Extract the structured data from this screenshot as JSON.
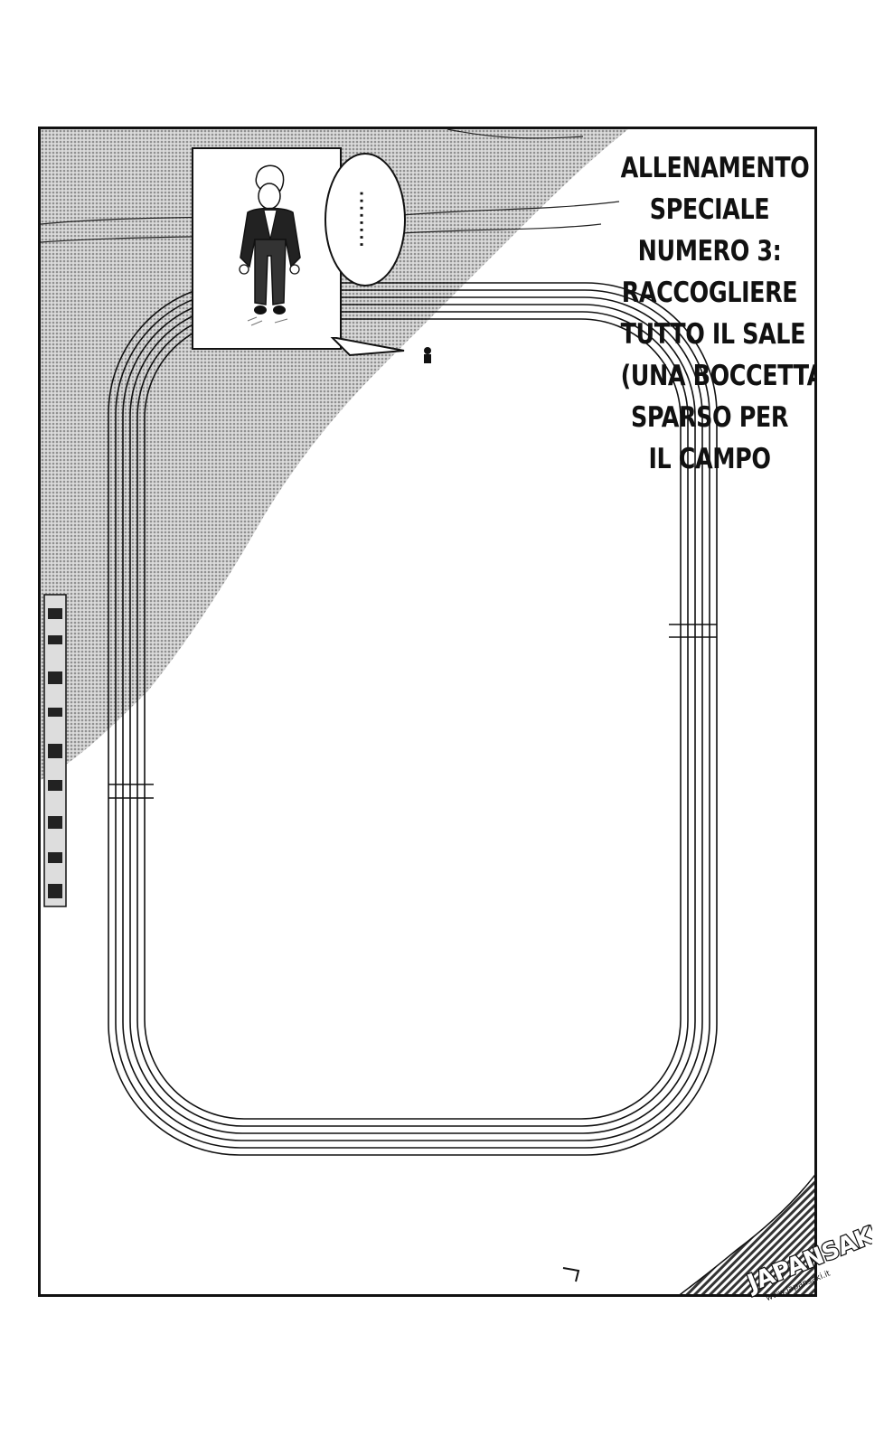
{
  "caption": {
    "lines": [
      "ALLENAMENTO",
      "SPECIALE",
      "NUMERO 3:",
      "RACCOGLIERE",
      "TUTTO IL SALE",
      "(UNA BOCCETTA)",
      "SPARSO PER",
      "IL CAMPO"
    ]
  },
  "speech_bubble": {
    "text": "........"
  },
  "watermark": {
    "text": "JAPANSAKI",
    "subtext": "www.japansaki.it"
  },
  "colors": {
    "ink": "#111111",
    "screentone": "#9a9a9a",
    "paper": "#ffffff"
  }
}
